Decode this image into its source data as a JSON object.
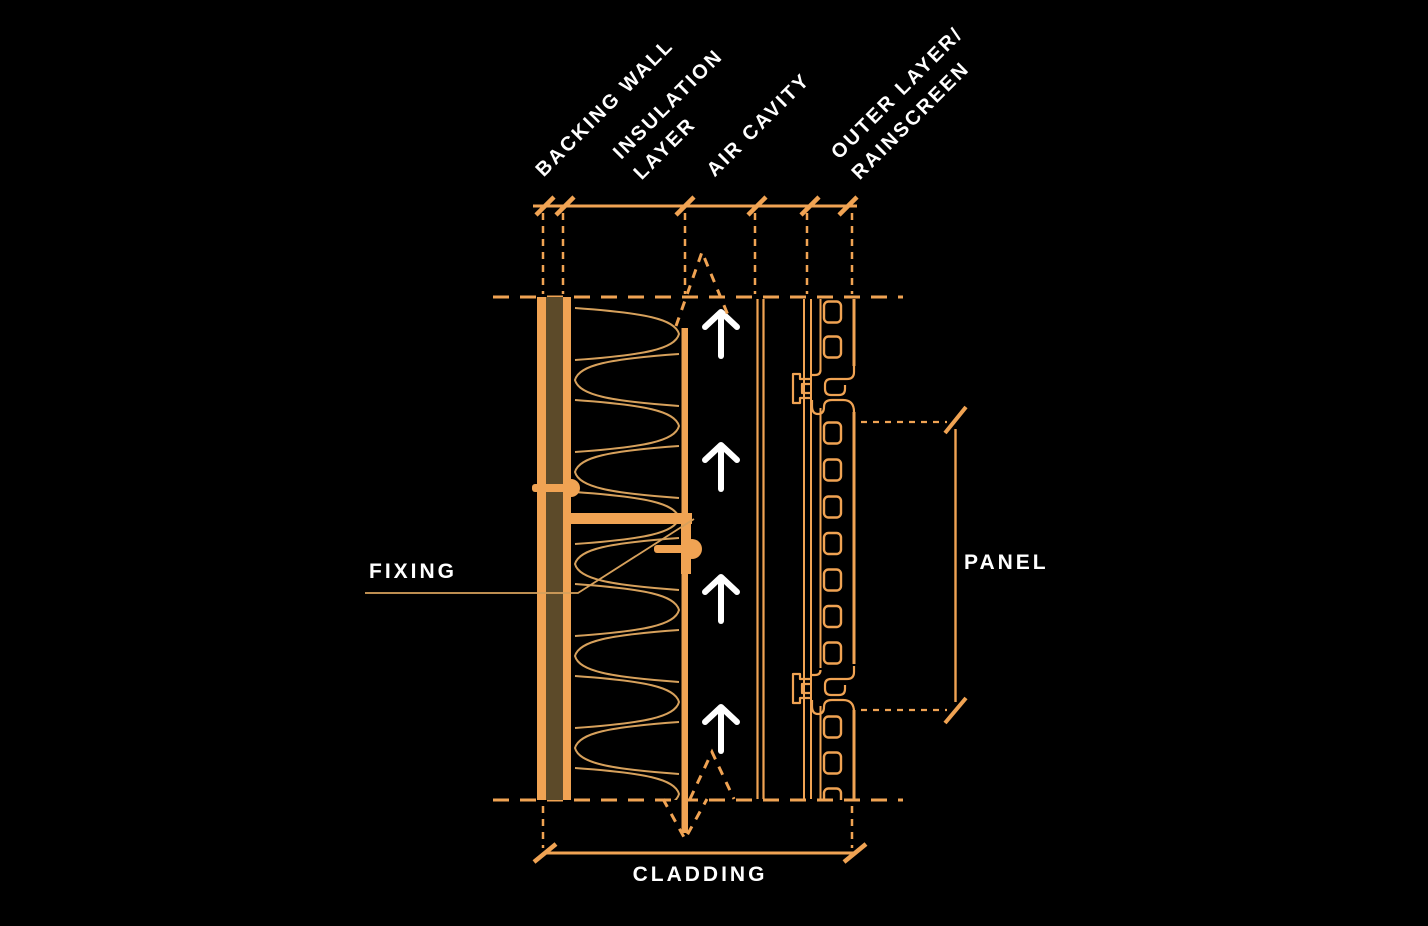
{
  "colors": {
    "background": "#000000",
    "line_orange": "#F0A353",
    "line_soft_orange": "#D7A15C",
    "wall_fill": "#5C4A29",
    "text_white": "#FFFFFF"
  },
  "layer_labels": [
    {
      "id": "backing-wall",
      "lines": [
        "BACKING WALL"
      ]
    },
    {
      "id": "insulation-layer",
      "lines": [
        "INSULATION",
        "LAYER"
      ]
    },
    {
      "id": "air-cavity",
      "lines": [
        "AIR CAVITY"
      ]
    },
    {
      "id": "outer-layer-rainscreen",
      "lines": [
        "OUTER LAYER/",
        "RAINSCREEN"
      ]
    }
  ],
  "callouts": {
    "fixing": "FIXING",
    "panel": "PANEL",
    "cladding": "CLADDING"
  },
  "airflow": {
    "direction": "up",
    "arrow_count": 4
  }
}
